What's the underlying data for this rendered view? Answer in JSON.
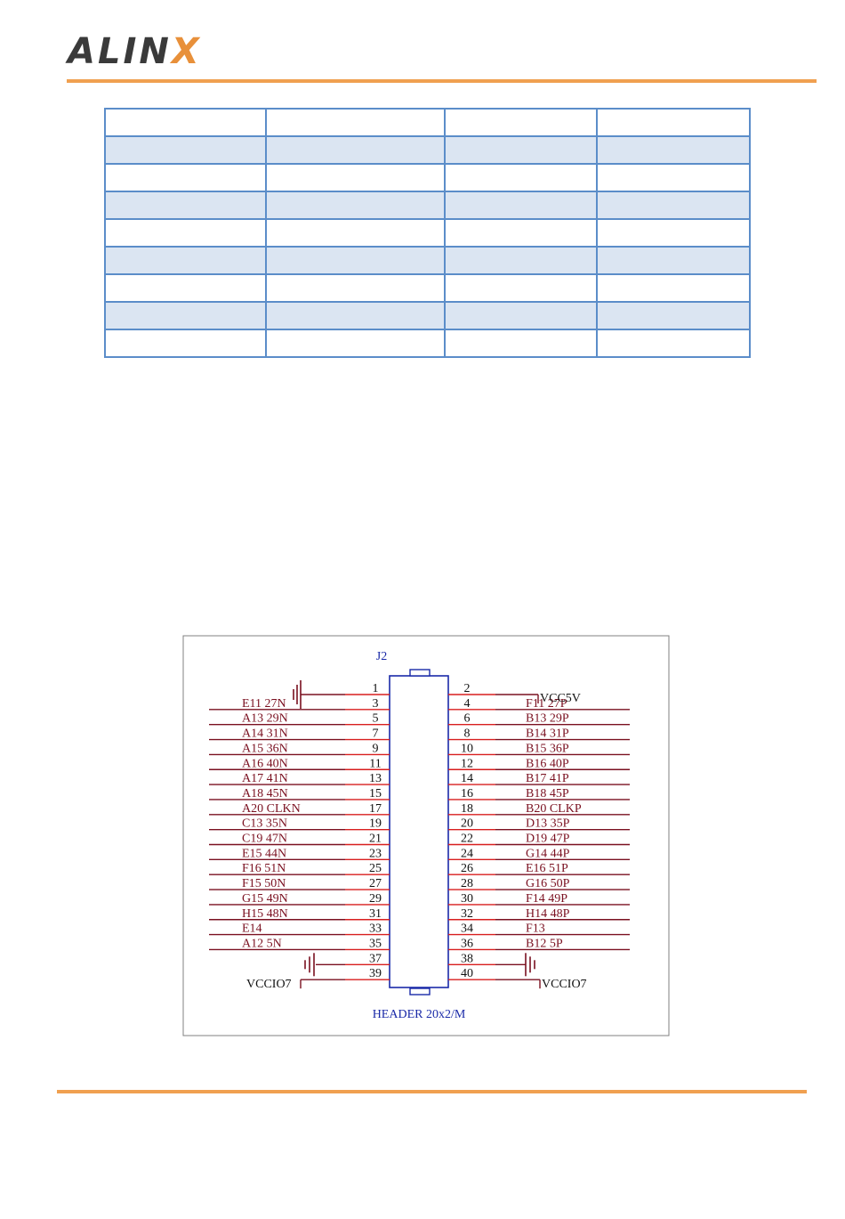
{
  "header": {
    "logo_text_a": "ALIN",
    "logo_text_b": "X",
    "accent_color": "#f0a050"
  },
  "table": {
    "rows": [
      [
        "",
        "",
        "",
        ""
      ],
      [
        "",
        "",
        "",
        ""
      ],
      [
        "",
        "",
        "",
        ""
      ],
      [
        "",
        "",
        "",
        ""
      ],
      [
        "",
        "",
        "",
        ""
      ],
      [
        "",
        "",
        "",
        ""
      ],
      [
        "",
        "",
        "",
        ""
      ],
      [
        "",
        "",
        "",
        ""
      ],
      [
        "",
        "",
        "",
        ""
      ]
    ],
    "border_color": "#5b8dc9",
    "stripe_color": "#dbe5f2"
  },
  "schematic": {
    "designator": "J2",
    "part_name": "HEADER 20x2/M",
    "power_top_right": "VCC5V",
    "power_bottom_left": "VCCIO7",
    "power_bottom_right": "VCCIO7",
    "left_pins": [
      {
        "num": "1",
        "net": ""
      },
      {
        "num": "3",
        "net": "E11  27N"
      },
      {
        "num": "5",
        "net": "A13  29N"
      },
      {
        "num": "7",
        "net": "A14  31N"
      },
      {
        "num": "9",
        "net": "A15  36N"
      },
      {
        "num": "11",
        "net": "A16  40N"
      },
      {
        "num": "13",
        "net": "A17  41N"
      },
      {
        "num": "15",
        "net": "A18  45N"
      },
      {
        "num": "17",
        "net": "A20  CLKN"
      },
      {
        "num": "19",
        "net": "C13  35N"
      },
      {
        "num": "21",
        "net": "C19  47N"
      },
      {
        "num": "23",
        "net": "E15  44N"
      },
      {
        "num": "25",
        "net": "F16  51N"
      },
      {
        "num": "27",
        "net": "F15  50N"
      },
      {
        "num": "29",
        "net": "G15  49N"
      },
      {
        "num": "31",
        "net": "H15  48N"
      },
      {
        "num": "33",
        "net": "E14"
      },
      {
        "num": "35",
        "net": "A12  5N"
      },
      {
        "num": "37",
        "net": ""
      },
      {
        "num": "39",
        "net": ""
      }
    ],
    "right_pins": [
      {
        "num": "2",
        "net": ""
      },
      {
        "num": "4",
        "net": "F11  27P"
      },
      {
        "num": "6",
        "net": "B13  29P"
      },
      {
        "num": "8",
        "net": "B14  31P"
      },
      {
        "num": "10",
        "net": "B15  36P"
      },
      {
        "num": "12",
        "net": "B16  40P"
      },
      {
        "num": "14",
        "net": "B17  41P"
      },
      {
        "num": "16",
        "net": "B18  45P"
      },
      {
        "num": "18",
        "net": "B20  CLKP"
      },
      {
        "num": "20",
        "net": "D13  35P"
      },
      {
        "num": "22",
        "net": "D19  47P"
      },
      {
        "num": "24",
        "net": "G14  44P"
      },
      {
        "num": "26",
        "net": "E16  51P"
      },
      {
        "num": "28",
        "net": "G16  50P"
      },
      {
        "num": "30",
        "net": "F14  49P"
      },
      {
        "num": "32",
        "net": "H14  48P"
      },
      {
        "num": "34",
        "net": "F13"
      },
      {
        "num": "36",
        "net": "B12  5P"
      },
      {
        "num": "38",
        "net": ""
      },
      {
        "num": "40",
        "net": ""
      }
    ],
    "pin_color": "#d81e1e",
    "net_color": "#7a1020",
    "body_color": "#1a2aa8"
  }
}
